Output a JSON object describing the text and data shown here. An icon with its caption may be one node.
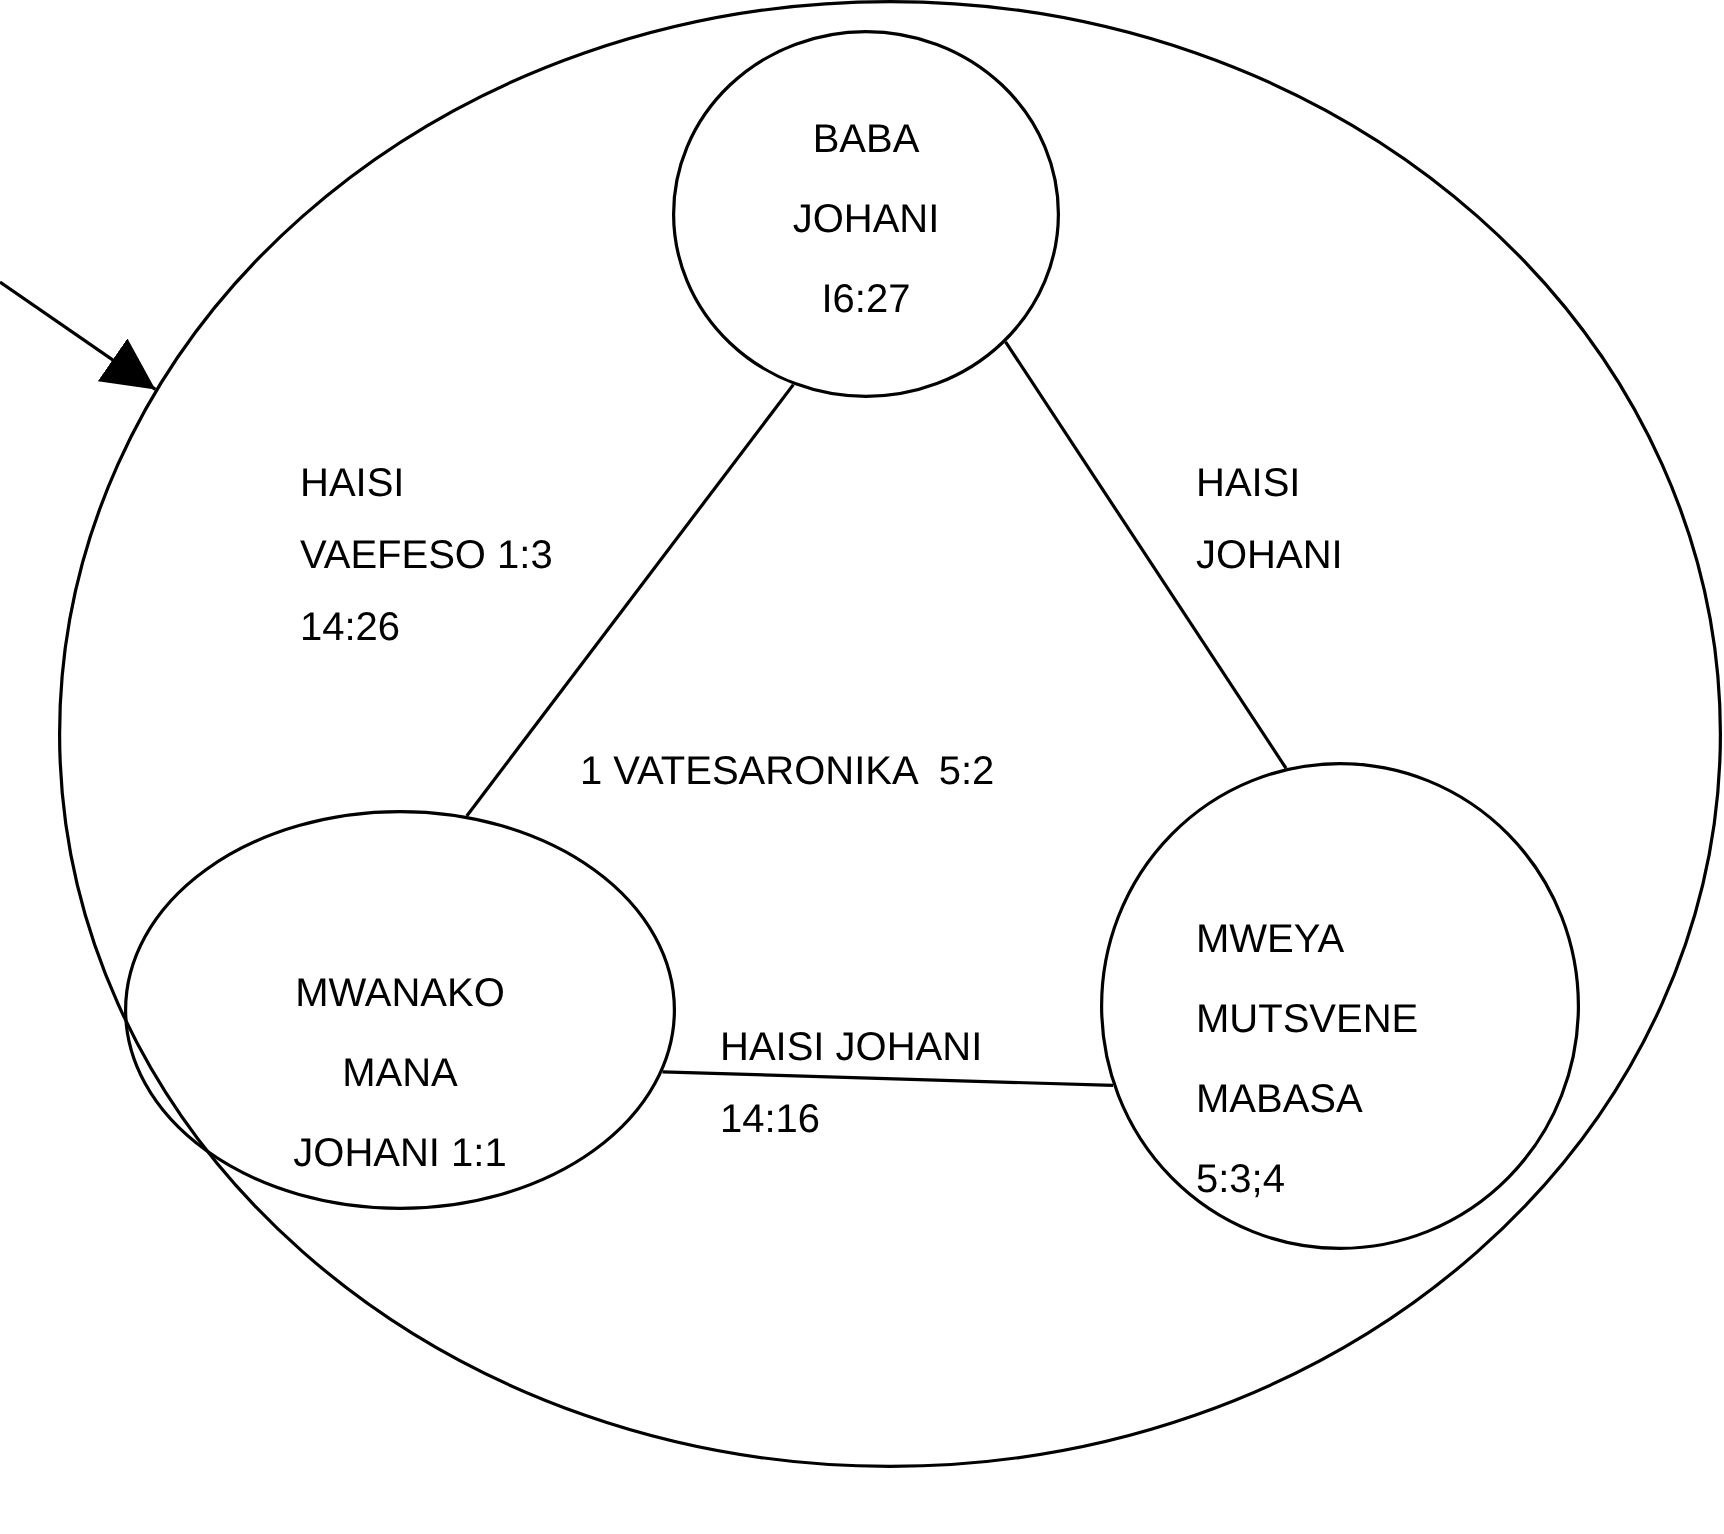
{
  "diagram": {
    "nodes": [
      {
        "text": [],
        "shape": "circle"
      },
      {
        "text": [
          "BABA JOHANI I6:27"
        ],
        "in": 0
      },
      {
        "text": [
          "MWANAKO MANA JOHANI 1:1"
        ],
        "in": 0
      },
      {
        "text": [
          "MWEYA MUTSVENE MABASA 5:3;4"
        ],
        "in": 0
      }
    ],
    "edges": [
      {
        "from": null,
        "to": 0,
        "arrow": "to"
      },
      {
        "from": 1,
        "to": 2,
        "arrow": "none",
        "label": "HAISI VAEFESO 1:3 14:26"
      },
      {
        "from": 1,
        "to": 3,
        "arrow": "none",
        "label": "HAISI JOHANI"
      },
      {
        "from": 2,
        "to": 3,
        "arrow": "none",
        "label": "HAISI JOHANI 14:16"
      }
    ],
    "labels": [
      "1 VATESARONIKA  5:2"
    ]
  }
}
